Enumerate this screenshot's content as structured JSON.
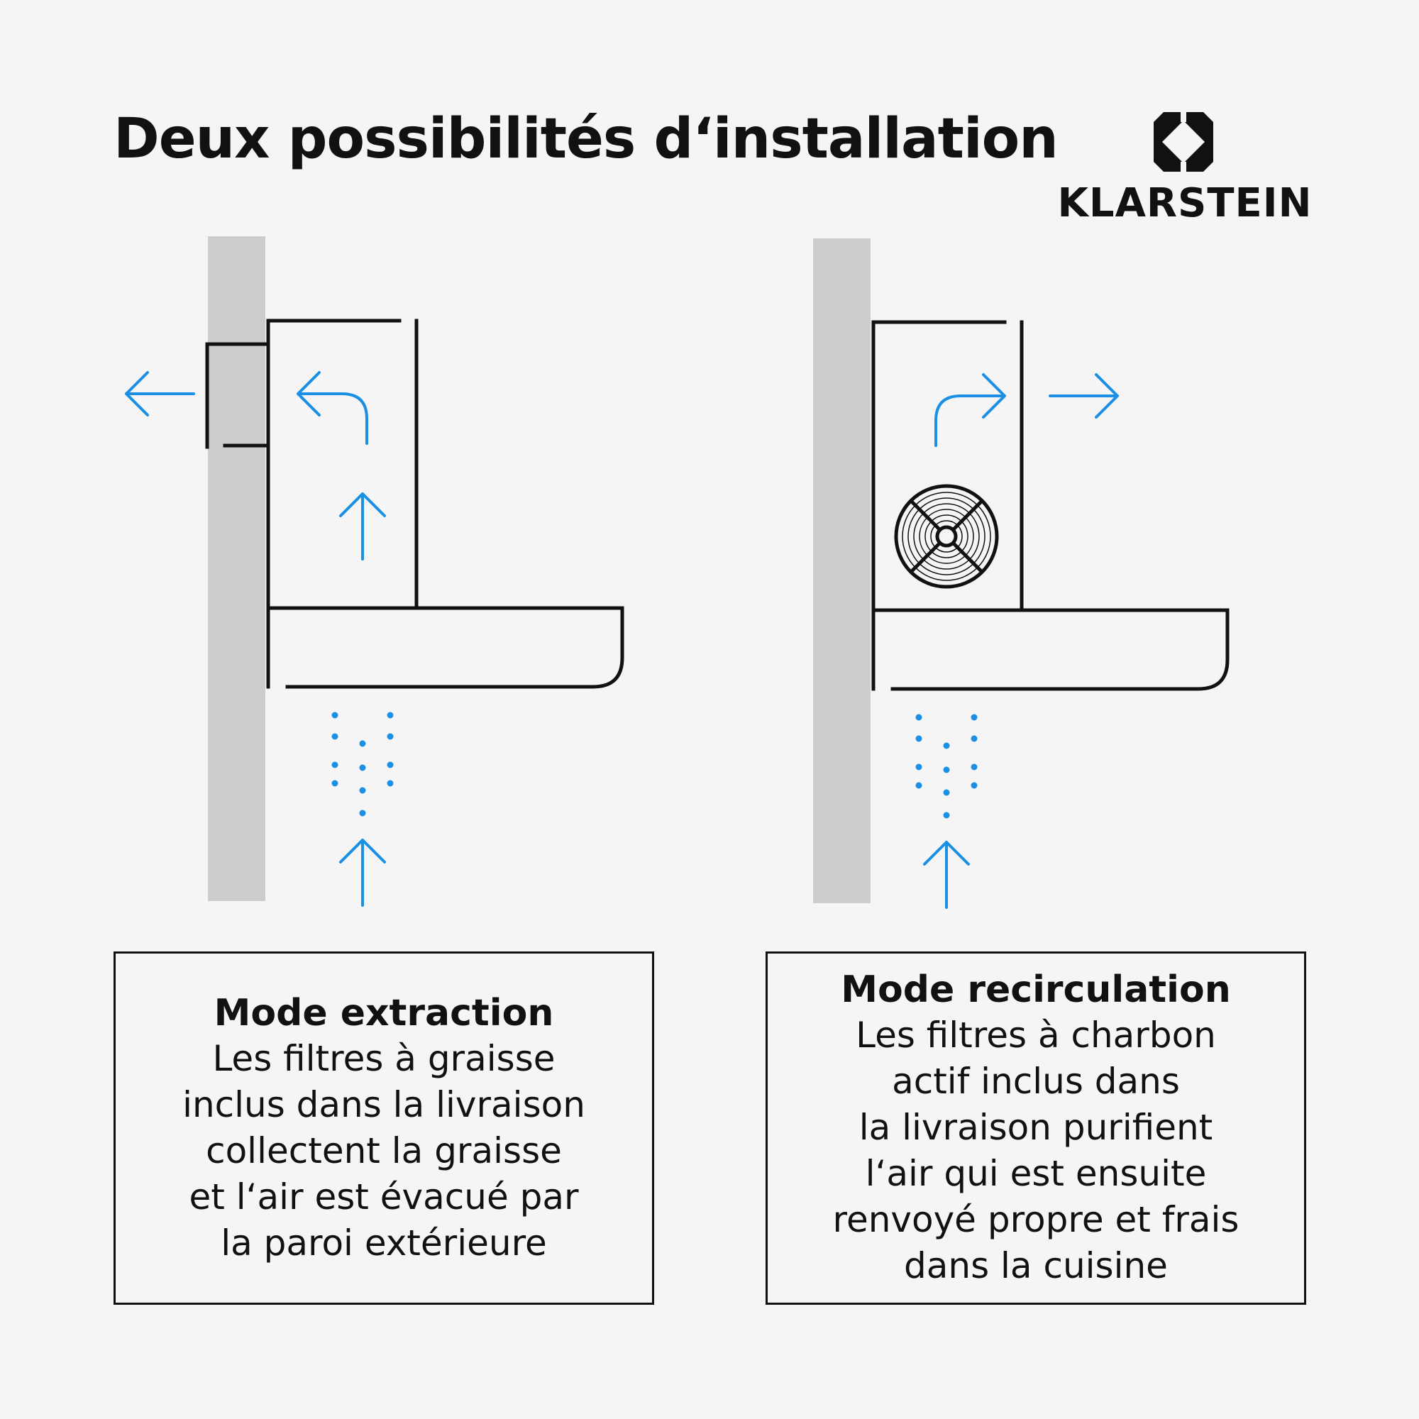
{
  "title": "Deux possibilités d‘installation",
  "brand": {
    "name": "KLARSTEIN",
    "logo_icon": "klarstein-diamond-icon"
  },
  "colors": {
    "accent": "#1a8fe3",
    "wall": "#cccccc",
    "line": "#111111",
    "background": "#f5f5f5"
  },
  "modes": [
    {
      "title": "Mode extraction",
      "lines": [
        "Les filtres à graisse",
        "inclus dans la livraison",
        "collectent la graisse",
        "et l‘air est évacué par",
        "la paroi extérieure"
      ]
    },
    {
      "title": "Mode recirculation",
      "lines": [
        "Les filtres à charbon",
        "actif inclus dans",
        "la livraison purifient",
        "l‘air qui est ensuite",
        "renvoyé propre et frais",
        "dans la cuisine"
      ]
    }
  ]
}
